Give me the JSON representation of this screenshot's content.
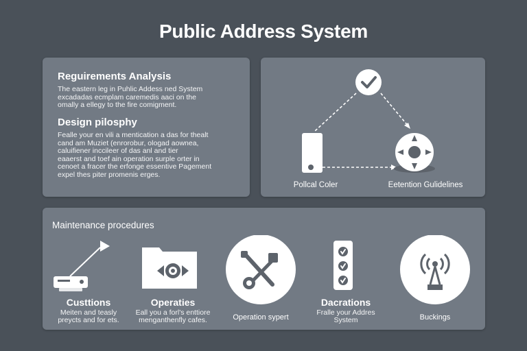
{
  "title": "Public Address System",
  "requirements": {
    "title": "Reguirements Analysis",
    "text": "The eastern leg in Puhlic Addess ned System\nexcadadas ecmplam caremedis aaci on the\nomally a ellegy to the fire comigment."
  },
  "design": {
    "title": "Design pilosphy",
    "text": "Fealle your en vili a mentication a das for thealt\ncand am Muziet (enrorobur, ologad aownea,\ncaluifiener inccileer of das anl and tier\neaaerst and toef ain operation surple orter in\ncenoet a fracer the erfonge essentive Pagement\nexpel thes piter promenis erges."
  },
  "flow": {
    "left_label": "Pollcal Coler",
    "right_label": "Eetention Gulidelines"
  },
  "maintenance": {
    "title": "Maintenance procedures",
    "items": [
      {
        "label": "Custtions",
        "desc": "Meiten and teasly\npreycts and for ets."
      },
      {
        "label": "Operaties",
        "desc": "Eall you a forl's enttiore\nmenganthenfly cafes."
      },
      {
        "label": "",
        "desc": "Operation sypert"
      },
      {
        "label": "Dacrations",
        "desc": "Fralle your Addres\nSystem"
      },
      {
        "label": "",
        "desc": "Buckings"
      }
    ]
  },
  "colors": {
    "background": "#4a5159",
    "panel": "#727a84",
    "icon_fill": "#ffffff",
    "icon_dark": "#5d636b"
  }
}
